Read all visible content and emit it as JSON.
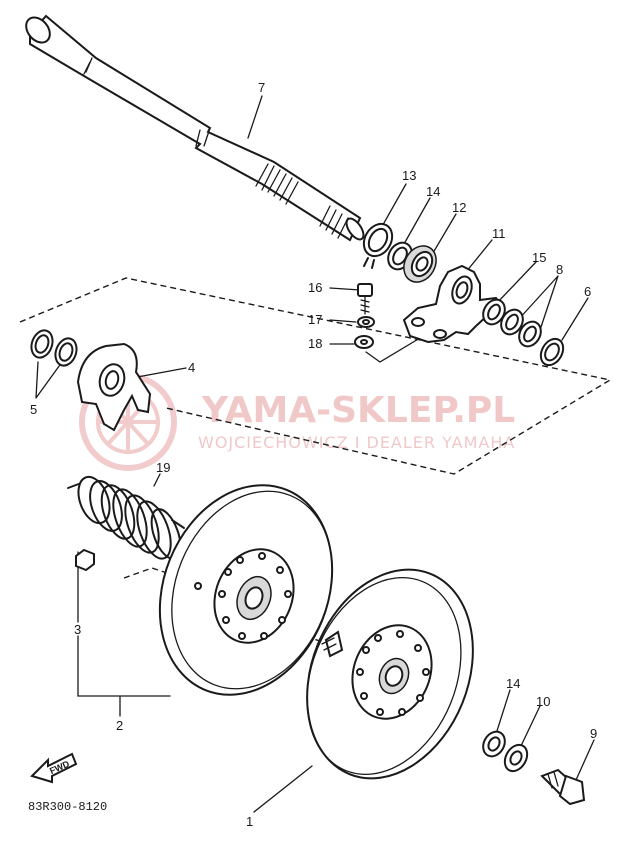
{
  "watermark": {
    "name": "YAMA-SKLEP.PL",
    "sub": "WOJCIECHOWICZ I DEALER YAMAHA",
    "color": "#f0c8c8"
  },
  "reference_code": "83R300-8120",
  "fwd_label": "FWD",
  "callouts": {
    "c1": "1",
    "c2": "2",
    "c3": "3",
    "c4": "4",
    "c5": "5",
    "c6": "6",
    "c7": "7",
    "c8": "8",
    "c9": "9",
    "c10": "10",
    "c11": "11",
    "c12": "12",
    "c13": "13",
    "c14a": "14",
    "c14b": "14",
    "c15": "15",
    "c16": "16",
    "c17": "17",
    "c18": "18",
    "c19": "19"
  },
  "colors": {
    "line": "#1a1a1a",
    "background": "#ffffff"
  }
}
